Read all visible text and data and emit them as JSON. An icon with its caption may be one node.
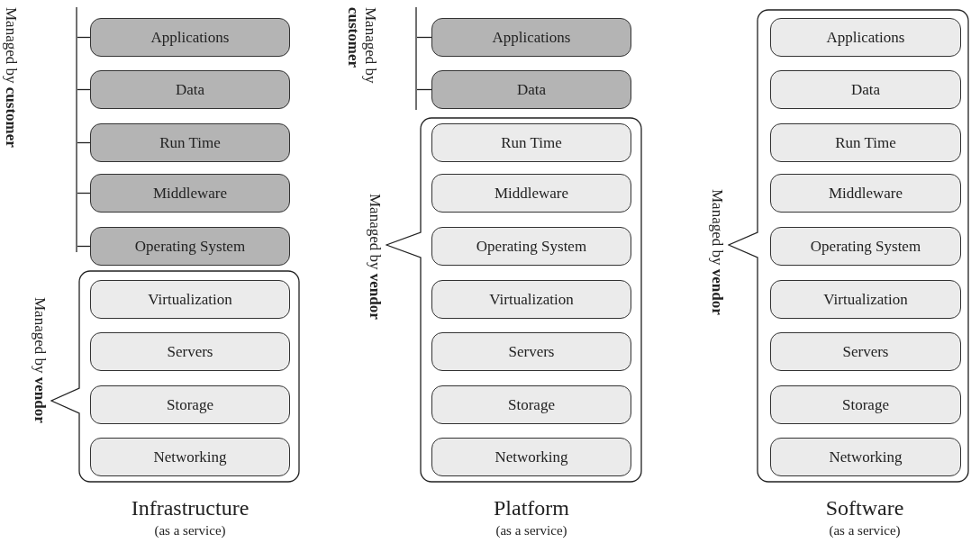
{
  "diagram": {
    "nodes": [
      {
        "text": [
          "Managed by **customer**"
        ]
      },
      {
        "text": [
          "Applications"
        ]
      },
      {
        "text": [
          "Data"
        ]
      },
      {
        "text": [
          "Run Time"
        ]
      },
      {
        "text": [
          "Middleware"
        ]
      },
      {
        "text": [
          "Operating System"
        ]
      },
      {
        "text": [
          "Managed by **vendor**"
        ]
      },
      {
        "text": [
          "Virtualization"
        ],
        "in": 6
      },
      {
        "text": [
          "Servers"
        ],
        "in": 6
      },
      {
        "text": [
          "Storage"
        ],
        "in": 6
      },
      {
        "text": [
          "Networking"
        ],
        "in": 6
      },
      {
        "text": [
          "Managed by **customer**"
        ]
      },
      {
        "text": [
          "Applications"
        ]
      },
      {
        "text": [
          "Data"
        ]
      },
      {
        "text": [
          "Managed by **vendor**"
        ]
      },
      {
        "text": [
          "Run Time"
        ],
        "in": 14
      },
      {
        "text": [
          "Middleware"
        ],
        "in": 14
      },
      {
        "text": [
          "Operating System"
        ],
        "in": 14
      },
      {
        "text": [
          "Virtualization"
        ],
        "in": 14
      },
      {
        "text": [
          "Servers"
        ],
        "in": 14
      },
      {
        "text": [
          "Storage"
        ],
        "in": 14
      },
      {
        "text": [
          "Networking"
        ],
        "in": 14
      },
      {
        "text": [
          "Managed by **vendor**"
        ]
      },
      {
        "text": [
          "Applications"
        ],
        "in": 22
      },
      {
        "text": [
          "Data"
        ],
        "in": 22
      },
      {
        "text": [
          "Run Time"
        ],
        "in": 22
      },
      {
        "text": [
          "Middleware"
        ],
        "in": 22
      },
      {
        "text": [
          "Operating System"
        ],
        "in": 22
      },
      {
        "text": [
          "Virtualization"
        ],
        "in": 22
      },
      {
        "text": [
          "Servers"
        ],
        "in": 22
      },
      {
        "text": [
          "Storage"
        ],
        "in": 22
      },
      {
        "text": [
          "Networking"
        ],
        "in": 22
      }
    ],
    "edges": [
      {
        "from": 0,
        "to": 1,
        "arrow": "none"
      },
      {
        "from": 0,
        "to": 2,
        "arrow": "none"
      },
      {
        "from": 0,
        "to": 3,
        "arrow": "none"
      },
      {
        "from": 0,
        "to": 4,
        "arrow": "none"
      },
      {
        "from": 0,
        "to": 5,
        "arrow": "none"
      },
      {
        "from": 11,
        "to": 12,
        "arrow": "none"
      },
      {
        "from": 11,
        "to": 13,
        "arrow": "none"
      }
    ],
    "labels": [
      "Infrastructure",
      "(as a service)",
      "Platform",
      "(as a service)",
      "Software",
      "(as a service)"
    ]
  }
}
